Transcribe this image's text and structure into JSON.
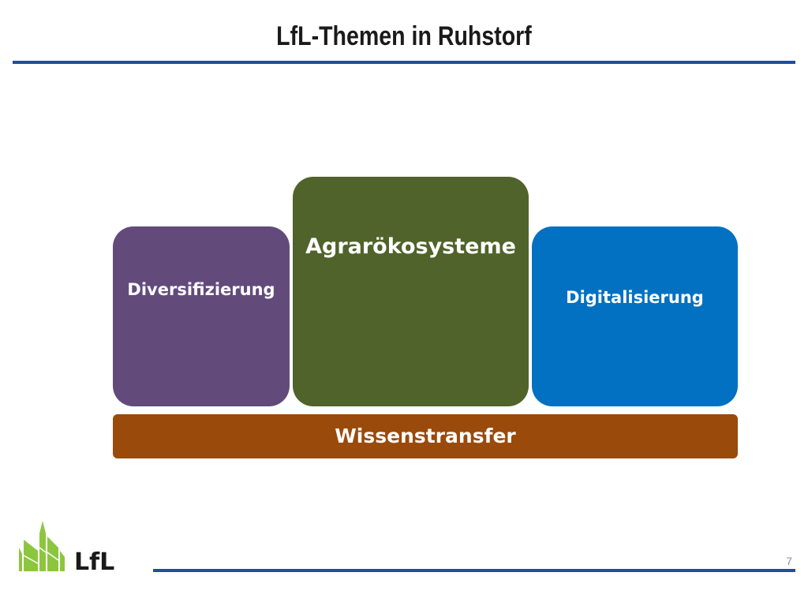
{
  "slide": {
    "title": "LfL-Themen in Ruhstorf",
    "page_number": "7"
  },
  "diagram": {
    "boxes": [
      {
        "label": "Diversifizierung",
        "color": "#624b7b"
      },
      {
        "label": "Agrarökosysteme",
        "color": "#50632a"
      },
      {
        "label": "Digitalisierung",
        "color": "#0271c1"
      }
    ],
    "foundation": {
      "label": "Wissenstransfer",
      "color": "#9a4a0b"
    }
  },
  "logo": {
    "name": "lfl-leaf-logo",
    "text": "LfL",
    "colors": {
      "leaf": "#8cc63f",
      "text": "#1a1a1a"
    }
  },
  "theme": {
    "accent_rule": "#1f4e9c"
  }
}
